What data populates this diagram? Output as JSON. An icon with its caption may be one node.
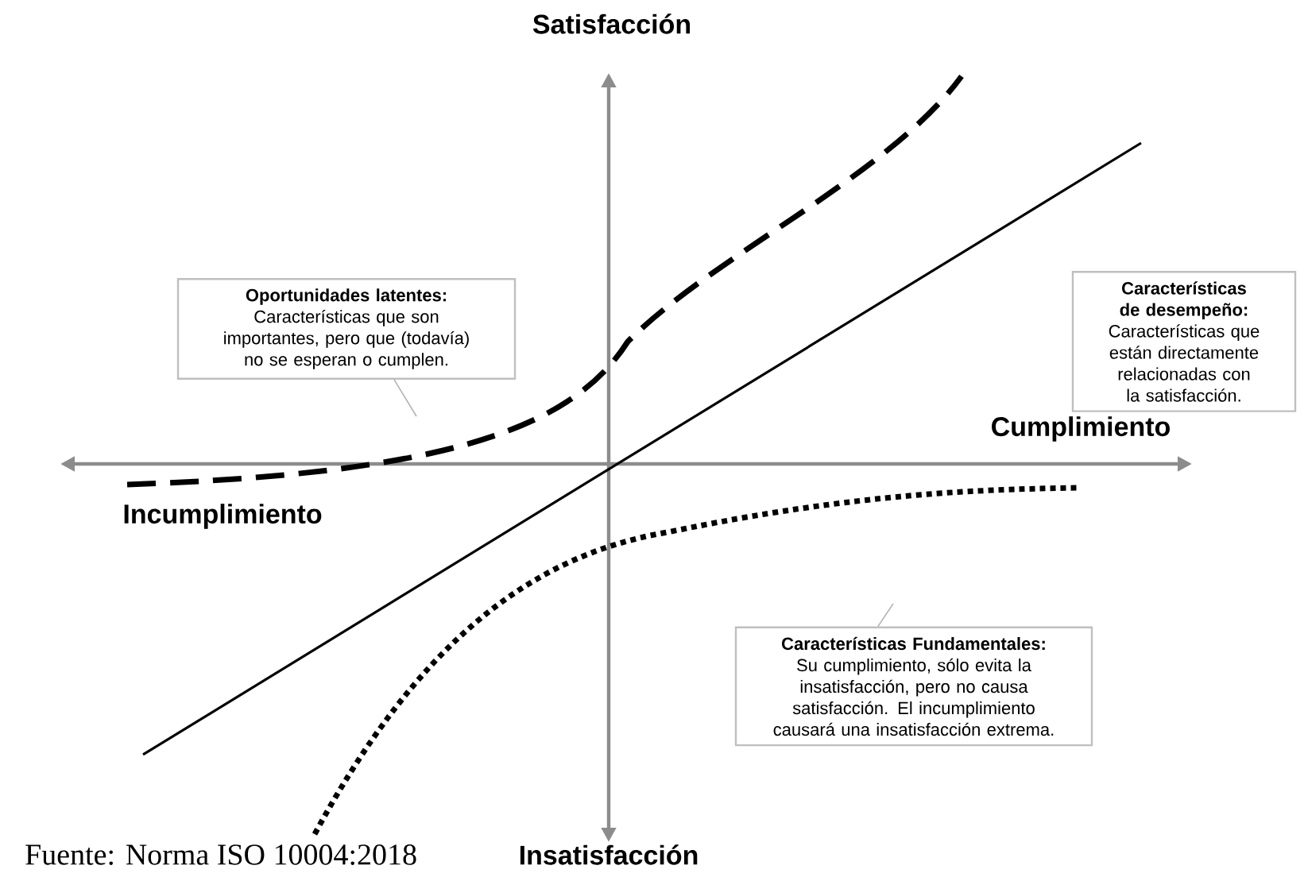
{
  "diagram": {
    "caption": "Fuente:  Norma ISO 10004:2018",
    "nodes": [
      {
        "text": [
          "Oportunidades latentes:",
          "Características que son importantes, pero que (todavía) no se esperan o cumplen."
        ]
      },
      {
        "text": [
          "Características de desempeño:",
          "Características que están directamente relacionadas con la satisfacción."
        ]
      },
      {
        "text": [
          "Características Fundamentales:",
          "Su cumplimiento, sólo evita la insatisfacción, pero no causa satisfacción. El incumplimiento causará una insatisfacción extrema."
        ]
      }
    ],
    "edges": [
      {
        "from": 0,
        "to": null,
        "arrow": "none"
      },
      {
        "from": 2,
        "to": null,
        "arrow": "none"
      }
    ],
    "labels": [
      "Satisfacción",
      "Cumplimiento",
      "Incumplimiento",
      "Insatisfacción"
    ]
  }
}
